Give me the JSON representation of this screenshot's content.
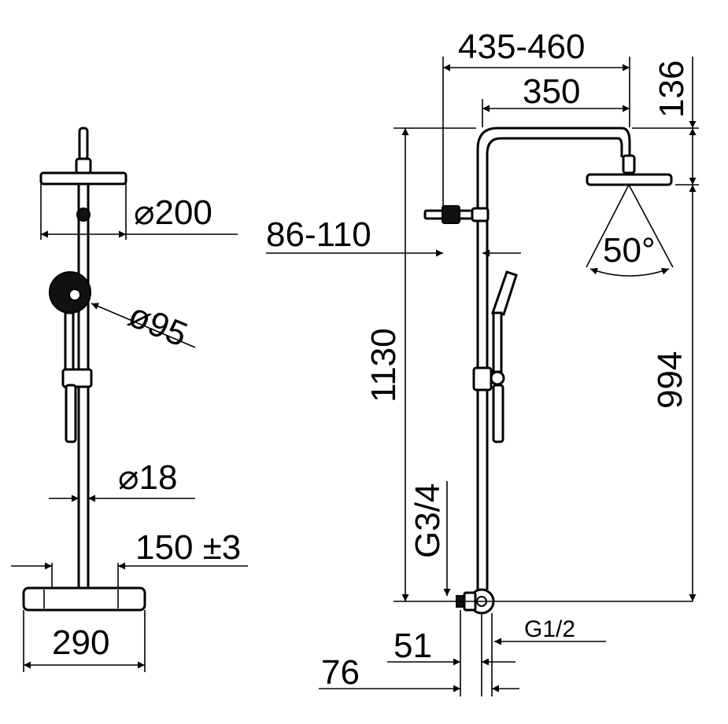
{
  "front_view": {
    "head_diameter": "⌀200",
    "hand_shower_diameter": "ø95",
    "rail_diameter": "⌀18",
    "inlet_spacing": "150 ±3",
    "mixer_width": "290"
  },
  "side_view": {
    "arm_reach": "435-460",
    "arm_length": "350",
    "head_offset": "136",
    "wall_bracket": "86-110",
    "overall_height": "1130",
    "head_height": "994",
    "spray_angle": "50°",
    "outlet_thread_top": "G3/4",
    "outlet_thread_side": "G1/2",
    "projection_small": "51",
    "projection_large": "76"
  }
}
